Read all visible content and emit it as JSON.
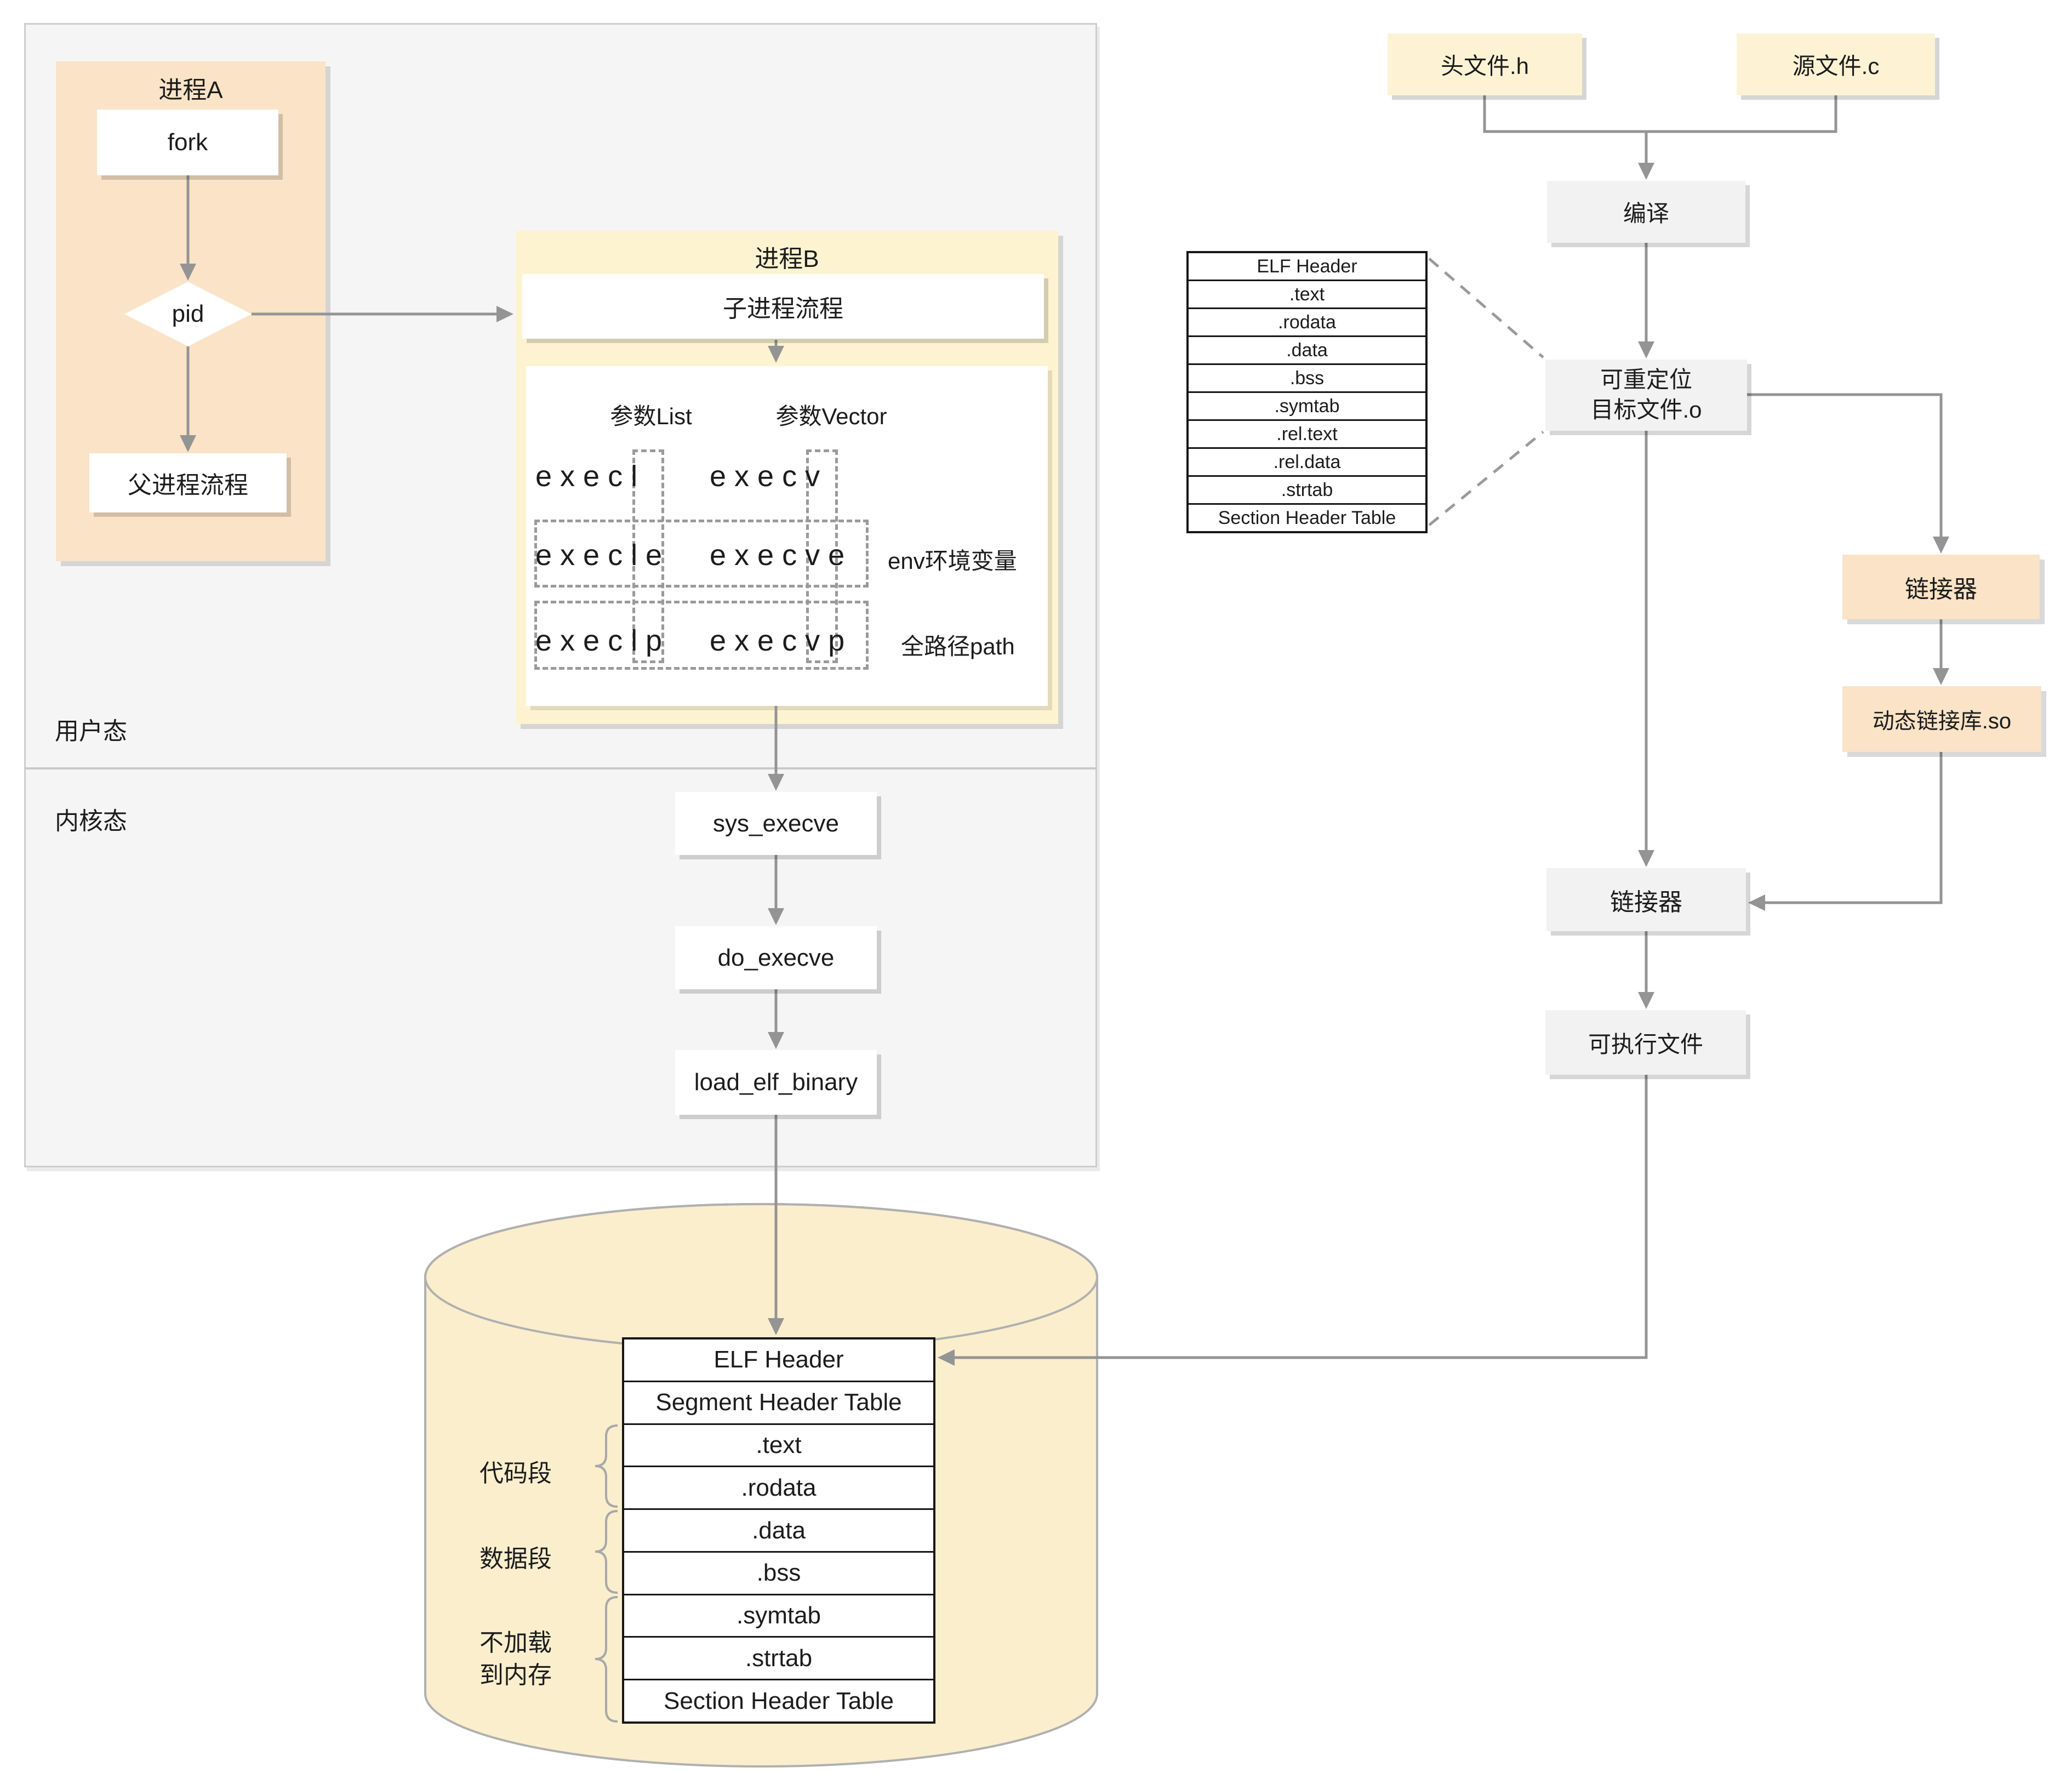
{
  "colors": {
    "peach": "#fae3c6",
    "process_yellow": "#fdf3d1",
    "file_yellow": "#fdf3d4",
    "cylinder_yellow": "#faeecd",
    "panel_gray": "#f5f5f6",
    "gray_box": "#f2f2f2",
    "line_gray": "#949494",
    "table_border": "#161616"
  },
  "left_panel": {
    "user_mode": "用户态",
    "kernel_mode": "内核态",
    "process_a": {
      "title": "进程A",
      "fork": "fork",
      "pid": "pid",
      "parent_flow": "父进程流程"
    },
    "process_b": {
      "title": "进程B",
      "child_flow": "子进程流程",
      "param_list": "参数List",
      "param_vector": "参数Vector",
      "exec_rows": [
        {
          "left": "execl",
          "right": "execv",
          "note": ""
        },
        {
          "left": "execle",
          "right": "execve",
          "note": "env环境变量"
        },
        {
          "left": "execlp",
          "right": "execvp",
          "note": "全路径path"
        }
      ]
    },
    "kernel_chain": [
      "sys_execve",
      "do_execve",
      "load_elf_binary"
    ]
  },
  "disk": {
    "table_rows": [
      "ELF Header",
      "Segment Header Table",
      ".text",
      ".rodata",
      ".data",
      ".bss",
      ".symtab",
      ".strtab",
      "Section Header Table"
    ],
    "brace_labels": [
      "代码段",
      "数据段",
      "不加载\n到内存"
    ]
  },
  "build_flow": {
    "header_file": "头文件.h",
    "source_file": "源文件.c",
    "compile": "编译",
    "object_table_rows": [
      "ELF Header",
      ".text",
      ".rodata",
      ".data",
      ".bss",
      ".symtab",
      ".rel.text",
      ".rel.data",
      ".strtab",
      "Section Header Table"
    ],
    "relocatable_object": "可重定位\n目标文件.o",
    "linker_right": "链接器",
    "dynamic_lib": "动态链接库.so",
    "linker_main": "链接器",
    "executable": "可执行文件"
  }
}
